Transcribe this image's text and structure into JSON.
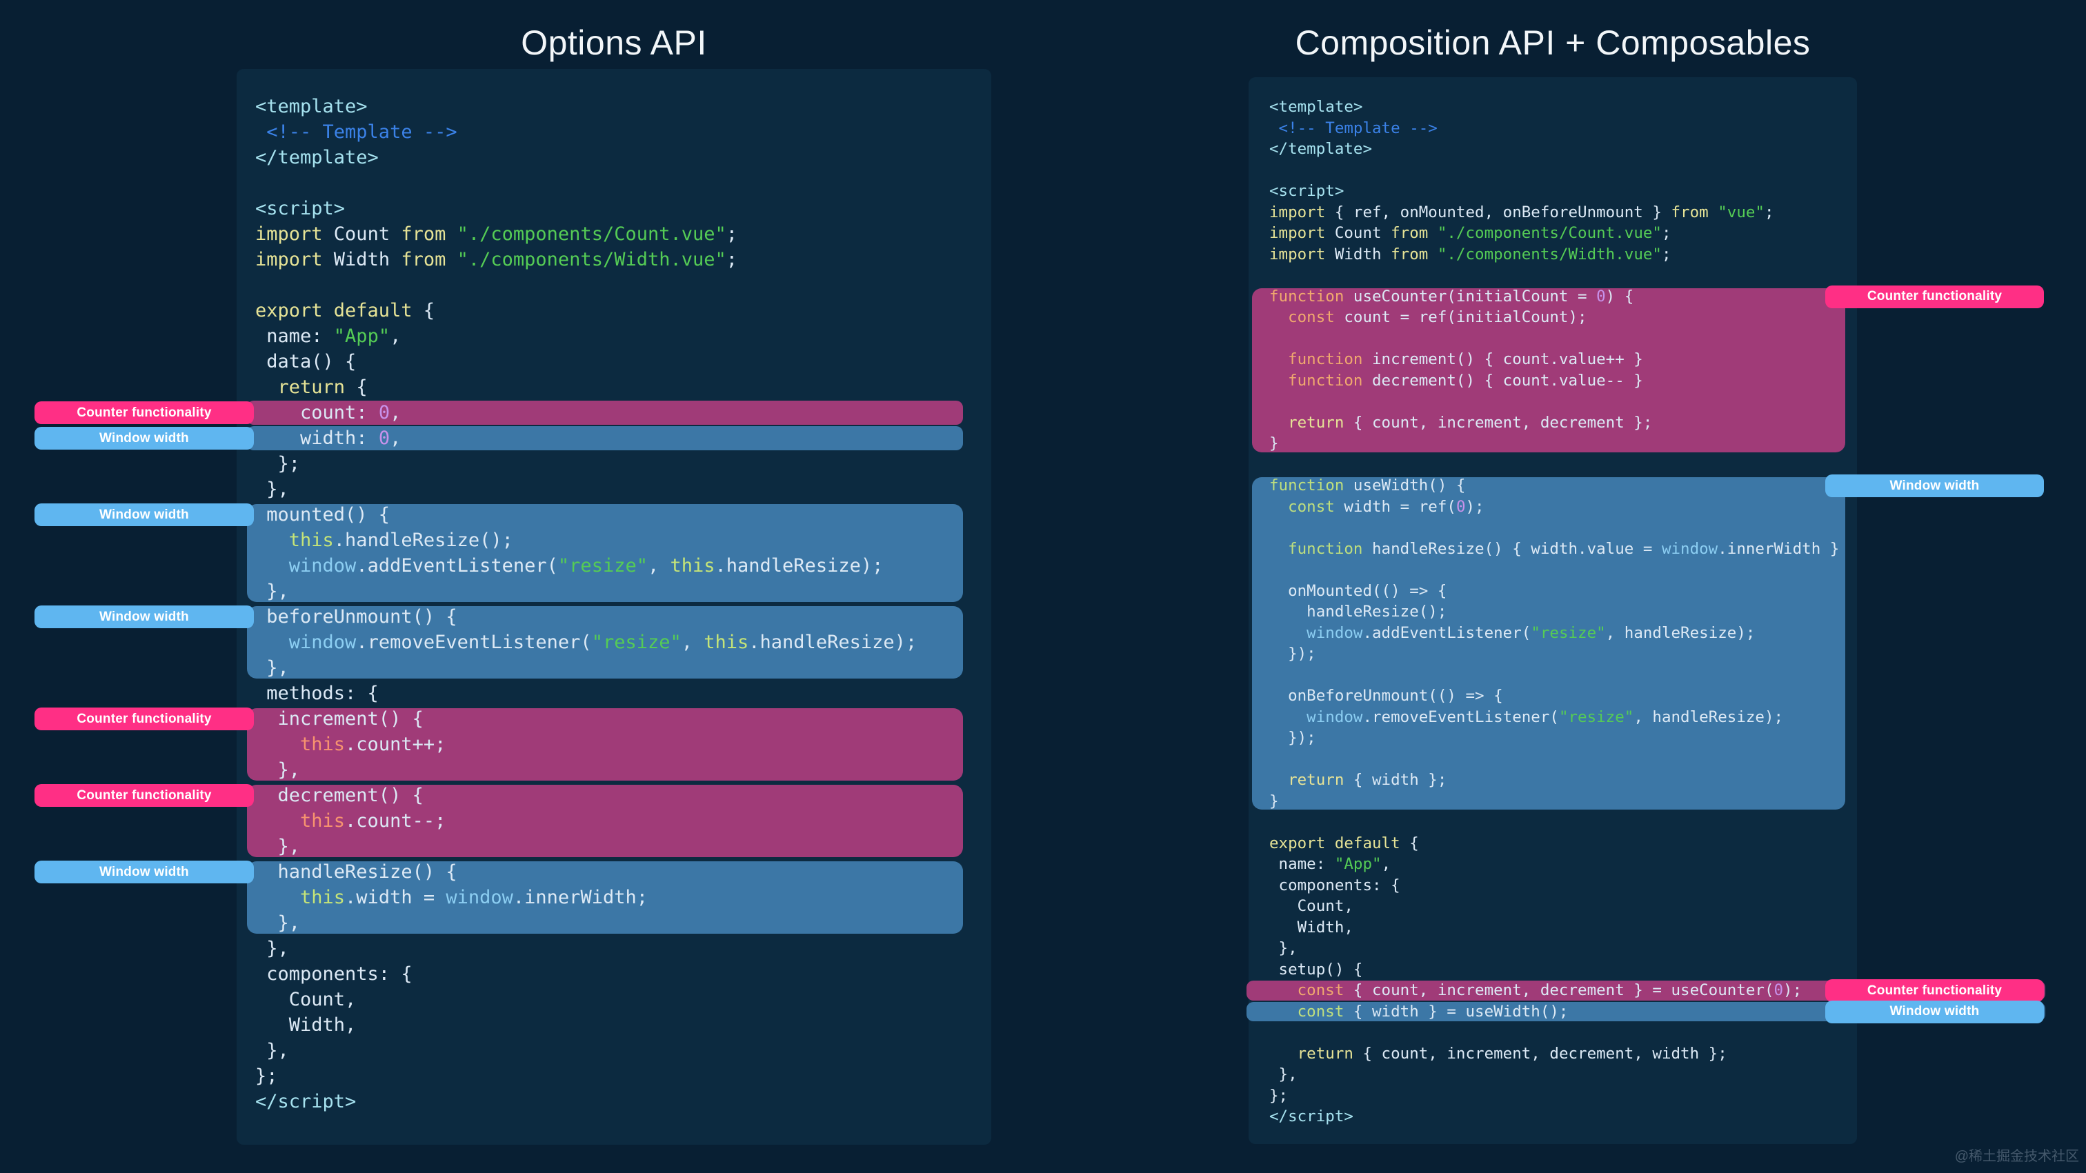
{
  "titles": {
    "left": "Options API",
    "right": "Composition API + Composables"
  },
  "labels": {
    "counter": "Counter functionality",
    "width": "Window width"
  },
  "colors": {
    "background": "#081F33",
    "panel": "#0C2A40",
    "counter_pill": "#FF2F85",
    "counter_band": "#A03B78",
    "width_pill": "#5FB6F0",
    "width_band": "#3C77A6"
  },
  "watermark": "@稀土掘金技术社区",
  "code_left": {
    "lines": [
      {
        "s": [
          [
            "tag",
            "<template>"
          ]
        ]
      },
      {
        "s": [
          [
            "cm",
            " <!-- Template -->"
          ]
        ]
      },
      {
        "s": [
          [
            "tag",
            "</template>"
          ]
        ]
      },
      {
        "s": []
      },
      {
        "s": [
          [
            "tag",
            "<script>"
          ]
        ]
      },
      {
        "s": [
          [
            "kw",
            "import "
          ],
          [
            "d",
            "Count "
          ],
          [
            "kw",
            "from "
          ],
          [
            "str",
            "\"./components/Count.vue\""
          ],
          [
            "d",
            ";"
          ]
        ]
      },
      {
        "s": [
          [
            "kw",
            "import "
          ],
          [
            "d",
            "Width "
          ],
          [
            "kw",
            "from "
          ],
          [
            "str",
            "\"./components/Width.vue\""
          ],
          [
            "d",
            ";"
          ]
        ]
      },
      {
        "s": []
      },
      {
        "s": [
          [
            "kw",
            "export default "
          ],
          [
            "d",
            "{"
          ]
        ]
      },
      {
        "s": [
          [
            "d",
            " name: "
          ],
          [
            "str",
            "\"App\""
          ],
          [
            "d",
            ","
          ]
        ]
      },
      {
        "s": [
          [
            "d",
            " data() {"
          ]
        ]
      },
      {
        "s": [
          [
            "kw",
            "  return "
          ],
          [
            "d",
            "{"
          ]
        ]
      },
      {
        "s": [
          [
            "d",
            "    count: "
          ],
          [
            "num",
            "0"
          ],
          [
            "d",
            ","
          ]
        ],
        "h": "pink",
        "pos": "s",
        "lab": "counter"
      },
      {
        "s": [
          [
            "d",
            "    width: "
          ],
          [
            "num",
            "0"
          ],
          [
            "d",
            ","
          ]
        ],
        "h": "blue",
        "pos": "s",
        "lab": "width"
      },
      {
        "s": [
          [
            "d",
            "  };"
          ]
        ]
      },
      {
        "s": [
          [
            "d",
            " },"
          ]
        ]
      },
      {
        "s": [
          [
            "d",
            " mounted() {"
          ]
        ],
        "h": "blue",
        "pos": "f",
        "lab": "width"
      },
      {
        "s": [
          [
            "th2",
            "   this"
          ],
          [
            "d",
            ".handleResize();"
          ]
        ],
        "h": "blue",
        "pos": "m"
      },
      {
        "s": [
          [
            "win",
            "   window"
          ],
          [
            "d",
            ".addEventListener("
          ],
          [
            "str",
            "\"resize\""
          ],
          [
            "d",
            ", "
          ],
          [
            "th2",
            "this"
          ],
          [
            "d",
            ".handleResize);"
          ]
        ],
        "h": "blue",
        "pos": "m"
      },
      {
        "s": [
          [
            "d",
            " },"
          ]
        ],
        "h": "blue",
        "pos": "l"
      },
      {
        "s": [
          [
            "d",
            " beforeUnmount() {"
          ]
        ],
        "h": "blue",
        "pos": "f",
        "lab": "width"
      },
      {
        "s": [
          [
            "win",
            "   window"
          ],
          [
            "d",
            ".removeEventListener("
          ],
          [
            "str",
            "\"resize\""
          ],
          [
            "d",
            ", "
          ],
          [
            "th2",
            "this"
          ],
          [
            "d",
            ".handleResize);"
          ]
        ],
        "h": "blue",
        "pos": "m"
      },
      {
        "s": [
          [
            "d",
            " },"
          ]
        ],
        "h": "blue",
        "pos": "l"
      },
      {
        "s": [
          [
            "d",
            " methods: {"
          ]
        ]
      },
      {
        "s": [
          [
            "d",
            "  increment() {"
          ]
        ],
        "h": "pink",
        "pos": "f",
        "lab": "counter"
      },
      {
        "s": [
          [
            "th1",
            "    this"
          ],
          [
            "d",
            ".count++;"
          ]
        ],
        "h": "pink",
        "pos": "m"
      },
      {
        "s": [
          [
            "d",
            "  },"
          ]
        ],
        "h": "pink",
        "pos": "l"
      },
      {
        "s": [
          [
            "d",
            "  decrement() {"
          ]
        ],
        "h": "pink",
        "pos": "f",
        "lab": "counter"
      },
      {
        "s": [
          [
            "th1",
            "    this"
          ],
          [
            "d",
            ".count--;"
          ]
        ],
        "h": "pink",
        "pos": "m"
      },
      {
        "s": [
          [
            "d",
            "  },"
          ]
        ],
        "h": "pink",
        "pos": "l"
      },
      {
        "s": [
          [
            "d",
            "  handleResize() {"
          ]
        ],
        "h": "blue",
        "pos": "f",
        "lab": "width"
      },
      {
        "s": [
          [
            "th2",
            "    this"
          ],
          [
            "d",
            ".width = "
          ],
          [
            "win",
            "window"
          ],
          [
            "d",
            ".innerWidth;"
          ]
        ],
        "h": "blue",
        "pos": "m"
      },
      {
        "s": [
          [
            "d",
            "  },"
          ]
        ],
        "h": "blue",
        "pos": "l"
      },
      {
        "s": [
          [
            "d",
            " },"
          ]
        ]
      },
      {
        "s": [
          [
            "d",
            " components: {"
          ]
        ]
      },
      {
        "s": [
          [
            "d",
            "   Count,"
          ]
        ]
      },
      {
        "s": [
          [
            "d",
            "   Width,"
          ]
        ]
      },
      {
        "s": [
          [
            "d",
            " },"
          ]
        ]
      },
      {
        "s": [
          [
            "d",
            "};"
          ]
        ]
      },
      {
        "s": [
          [
            "tag",
            "</script>"
          ]
        ]
      }
    ]
  },
  "code_right": {
    "lines": [
      {
        "s": [
          [
            "tag",
            "<template>"
          ]
        ]
      },
      {
        "s": [
          [
            "cm",
            " <!-- Template -->"
          ]
        ]
      },
      {
        "s": [
          [
            "tag",
            "</template>"
          ]
        ]
      },
      {
        "s": []
      },
      {
        "s": [
          [
            "tag",
            "<script>"
          ]
        ]
      },
      {
        "s": [
          [
            "kw",
            "import "
          ],
          [
            "d",
            "{ ref, onMounted, onBeforeUnmount } "
          ],
          [
            "kw",
            "from "
          ],
          [
            "str",
            "\"vue\""
          ],
          [
            "d",
            ";"
          ]
        ]
      },
      {
        "s": [
          [
            "kw",
            "import "
          ],
          [
            "d",
            "Count "
          ],
          [
            "kw",
            "from "
          ],
          [
            "str",
            "\"./components/Count.vue\""
          ],
          [
            "d",
            ";"
          ]
        ]
      },
      {
        "s": [
          [
            "kw",
            "import "
          ],
          [
            "d",
            "Width "
          ],
          [
            "kw",
            "from "
          ],
          [
            "str",
            "\"./components/Width.vue\""
          ],
          [
            "d",
            ";"
          ]
        ]
      },
      {
        "s": []
      },
      {
        "s": [
          [
            "kw2p",
            "function "
          ],
          [
            "d",
            "useCounter(initialCount = "
          ],
          [
            "num",
            "0"
          ],
          [
            "d",
            ") {"
          ]
        ],
        "h": "pink",
        "pos": "f",
        "lab": "counter"
      },
      {
        "s": [
          [
            "kw2p",
            "  const "
          ],
          [
            "d",
            "count = ref(initialCount);"
          ]
        ],
        "h": "pink",
        "pos": "m"
      },
      {
        "s": [],
        "h": "pink",
        "pos": "m"
      },
      {
        "s": [
          [
            "kw2p",
            "  function "
          ],
          [
            "d",
            "increment() { count.value++ }"
          ]
        ],
        "h": "pink",
        "pos": "m"
      },
      {
        "s": [
          [
            "kw2p",
            "  function "
          ],
          [
            "d",
            "decrement() { count.value-- }"
          ]
        ],
        "h": "pink",
        "pos": "m"
      },
      {
        "s": [],
        "h": "pink",
        "pos": "m"
      },
      {
        "s": [
          [
            "kw",
            "  return "
          ],
          [
            "d",
            "{ count, increment, decrement };"
          ]
        ],
        "h": "pink",
        "pos": "m"
      },
      {
        "s": [
          [
            "d",
            "}"
          ]
        ],
        "h": "pink",
        "pos": "l"
      },
      {
        "s": []
      },
      {
        "s": [
          [
            "kw2b",
            "function "
          ],
          [
            "d",
            "useWidth() {"
          ]
        ],
        "h": "blue",
        "pos": "f",
        "lab": "width"
      },
      {
        "s": [
          [
            "kw2b",
            "  const "
          ],
          [
            "d",
            "width = ref("
          ],
          [
            "num",
            "0"
          ],
          [
            "d",
            ");"
          ]
        ],
        "h": "blue",
        "pos": "m"
      },
      {
        "s": [],
        "h": "blue",
        "pos": "m"
      },
      {
        "s": [
          [
            "kw2b",
            "  function "
          ],
          [
            "d",
            "handleResize() { width.value = "
          ],
          [
            "win",
            "window"
          ],
          [
            "d",
            ".innerWidth }"
          ]
        ],
        "h": "blue",
        "pos": "m"
      },
      {
        "s": [],
        "h": "blue",
        "pos": "m"
      },
      {
        "s": [
          [
            "d",
            "  onMounted(() => {"
          ]
        ],
        "h": "blue",
        "pos": "m"
      },
      {
        "s": [
          [
            "d",
            "    handleResize();"
          ]
        ],
        "h": "blue",
        "pos": "m"
      },
      {
        "s": [
          [
            "win",
            "    window"
          ],
          [
            "d",
            ".addEventListener("
          ],
          [
            "str",
            "\"resize\""
          ],
          [
            "d",
            ", handleResize);"
          ]
        ],
        "h": "blue",
        "pos": "m"
      },
      {
        "s": [
          [
            "d",
            "  });"
          ]
        ],
        "h": "blue",
        "pos": "m"
      },
      {
        "s": [],
        "h": "blue",
        "pos": "m"
      },
      {
        "s": [
          [
            "d",
            "  onBeforeUnmount(() => {"
          ]
        ],
        "h": "blue",
        "pos": "m"
      },
      {
        "s": [
          [
            "win",
            "    window"
          ],
          [
            "d",
            ".removeEventListener("
          ],
          [
            "str",
            "\"resize\""
          ],
          [
            "d",
            ", handleResize);"
          ]
        ],
        "h": "blue",
        "pos": "m"
      },
      {
        "s": [
          [
            "d",
            "  });"
          ]
        ],
        "h": "blue",
        "pos": "m"
      },
      {
        "s": [],
        "h": "blue",
        "pos": "m"
      },
      {
        "s": [
          [
            "kw",
            "  return "
          ],
          [
            "d",
            "{ width };"
          ]
        ],
        "h": "blue",
        "pos": "m"
      },
      {
        "s": [
          [
            "d",
            "}"
          ]
        ],
        "h": "blue",
        "pos": "l"
      },
      {
        "s": []
      },
      {
        "s": [
          [
            "kw",
            "export default "
          ],
          [
            "d",
            "{"
          ]
        ]
      },
      {
        "s": [
          [
            "d",
            " name: "
          ],
          [
            "str",
            "\"App\""
          ],
          [
            "d",
            ","
          ]
        ]
      },
      {
        "s": [
          [
            "d",
            " components: {"
          ]
        ]
      },
      {
        "s": [
          [
            "d",
            "   Count,"
          ]
        ]
      },
      {
        "s": [
          [
            "d",
            "   Width,"
          ]
        ]
      },
      {
        "s": [
          [
            "d",
            " },"
          ]
        ]
      },
      {
        "s": [
          [
            "d",
            " setup() {"
          ]
        ]
      },
      {
        "s": [
          [
            "kw2p",
            "   const "
          ],
          [
            "d",
            "{ count, increment, decrement } = useCounter("
          ],
          [
            "num",
            "0"
          ],
          [
            "d",
            ");"
          ]
        ],
        "h": "pink",
        "pos": "s",
        "wide": true,
        "lab": "counter"
      },
      {
        "s": [
          [
            "kw2b",
            "   const "
          ],
          [
            "d",
            "{ width } = useWidth();"
          ]
        ],
        "h": "blue",
        "pos": "s",
        "wide": true,
        "lab": "width"
      },
      {
        "s": []
      },
      {
        "s": [
          [
            "kw",
            "   return "
          ],
          [
            "d",
            "{ count, increment, decrement, width };"
          ]
        ]
      },
      {
        "s": [
          [
            "d",
            " },"
          ]
        ]
      },
      {
        "s": [
          [
            "d",
            "};"
          ]
        ]
      },
      {
        "s": [
          [
            "tag",
            "</script>"
          ]
        ]
      }
    ]
  }
}
